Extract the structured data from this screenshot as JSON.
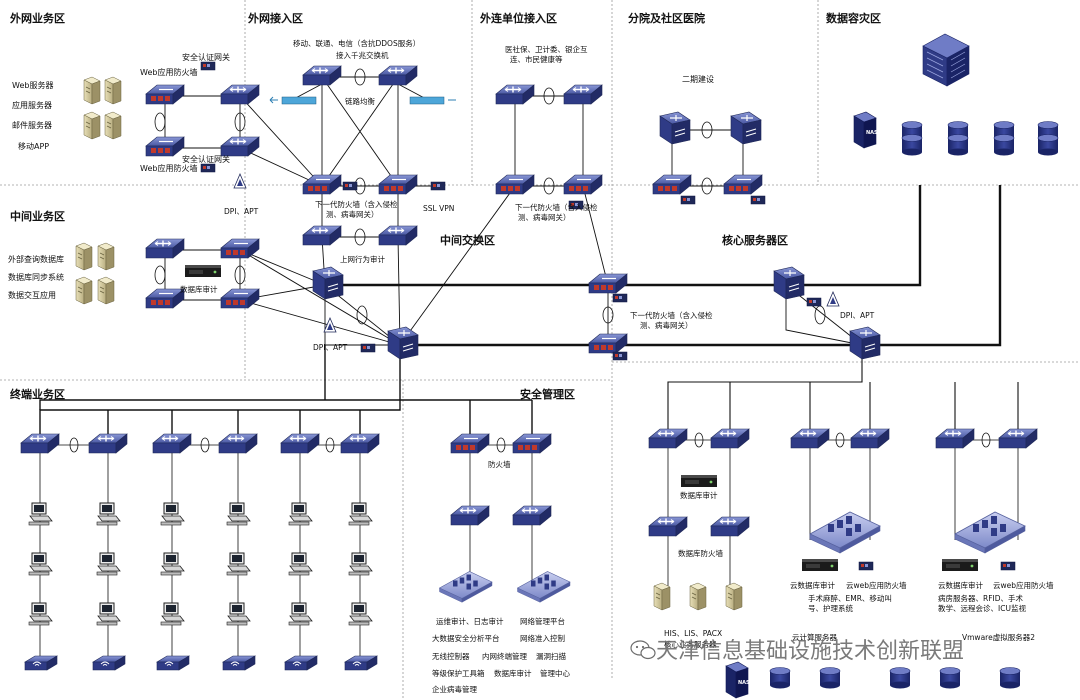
{
  "zones": {
    "external_business": "外网业务区",
    "external_access": "外网接入区",
    "partner_access": "外连单位接入区",
    "branch_hospitals": "分院及社区医院",
    "disaster_recovery": "数据容灾区",
    "middle_business": "中间业务区",
    "middle_switch": "中间交换区",
    "core_server": "核心服务器区",
    "terminal_business": "终端业务区",
    "security_mgmt": "安全管理区"
  },
  "labels": {
    "web_server": "Web服务器",
    "app_server": "应用服务器",
    "mail_server": "邮件服务器",
    "mobile_app": "移动APP",
    "sec_auth_gw_top": "安全认证网关",
    "web_fw_top": "Web应用防火墙",
    "sec_auth_gw_bottom": "安全认证网关",
    "web_fw_bottom": "Web应用防火墙",
    "dpi_apt_ext": "DPI、APT",
    "isp": "移动、联通、电信（含抗DDOS服务）",
    "access_switch": "接入千兆交换机",
    "load_balance": "链路均衡",
    "ngfw_ext_1": "下一代防火墙（含入侵检",
    "ngfw_ext_2": "测、病毒网关）",
    "ssl_vpn": "SSL VPN",
    "internet_audit": "上网行为审计",
    "partner_orgs_1": "医社保、卫计委、银企互",
    "partner_orgs_2": "连、市民健康等",
    "ngfw_partner_1": "下一代防火墙（含入侵检",
    "ngfw_partner_2": "测、病毒网关）",
    "phase2": "二期建设",
    "ext_query_db": "外部查询数据库",
    "db_sync": "数据库同步系统",
    "data_exchange": "数据交互应用",
    "db_audit_mid": "数据库审计",
    "dpi_apt_mid": "DPI、APT",
    "ngfw_core_1": "下一代防火墙（含入侵检",
    "ngfw_core_2": "测、病毒网关）",
    "dpi_apt_core": "DPI、APT",
    "firewall": "防火墙",
    "db_audit_core": "数据库审计",
    "db_firewall": "数据库防火墙",
    "his": "HIS、LIS、PACX",
    "his_2": "核心业务服务器",
    "cloud_db_audit_1": "云数据库审计",
    "cloud_web_fw_1": "云web应用防火墙",
    "anesthesia_1": "手术麻醉、EMR、移动叫",
    "anesthesia_2": "号、护理系统",
    "cloud_db_audit_2": "云数据库审计",
    "cloud_web_fw_2": "云web应用防火墙",
    "clinic_1": "病房服务器、RFID、手术",
    "clinic_2": "教学、远程会诊、ICU监视",
    "cloud_server_a": "云计算服务器",
    "cloud_server_b": "Vmware虚拟服务器2",
    "sec_ops": "运维审计、日志审计",
    "net_mgmt": "网络管理平台",
    "bigdata": "大数据安全分析平台",
    "nac": "网络准入控制",
    "wlc": "无线控制器",
    "terminal_mgmt": "内网终端管理",
    "vuln_scan": "漏洞扫描",
    "protect_tool": "等级保护工具箱",
    "db_audit_sec": "数据库审计",
    "mgmt_center": "管理中心",
    "antivirus": "企业病毒管理",
    "nas": "NAS"
  },
  "watermark": "天津信息基础设施技术创新联盟",
  "colors": {
    "device": "#2e3b7a",
    "device_top": "#6c7bc0",
    "firewall_red": "#c0392b",
    "link": "#111111",
    "zone_border": "#9a9a9a"
  }
}
